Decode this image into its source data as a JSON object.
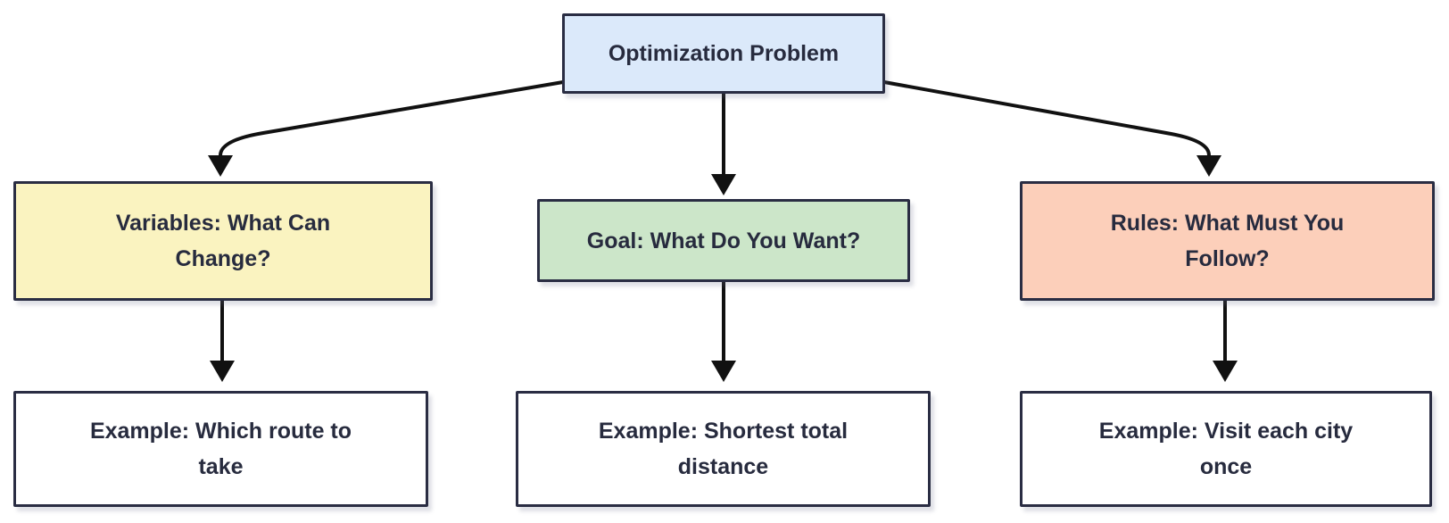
{
  "diagram": {
    "type": "flowchart",
    "title": "Optimization Problem",
    "colors": {
      "root_fill": "#dbe9fa",
      "variables_fill": "#faf3c0",
      "goal_fill": "#cce6c9",
      "rules_fill": "#fccfba",
      "example_fill": "#ffffff",
      "node_border": "#2a2d43",
      "node_text": "#272b3e",
      "arrow": "#111111",
      "background": "#ffffff"
    },
    "nodes": {
      "root": {
        "label": "Optimization Problem"
      },
      "variables": {
        "label": "Variables: What Can\nChange?"
      },
      "goal": {
        "label": "Goal: What Do You Want?"
      },
      "rules": {
        "label": "Rules: What Must You\nFollow?"
      },
      "example_variables": {
        "label": "Example: Which route to\ntake"
      },
      "example_goal": {
        "label": "Example: Shortest total\ndistance"
      },
      "example_rules": {
        "label": "Example: Visit each city\nonce"
      }
    },
    "edges": [
      {
        "from": "root",
        "to": "variables"
      },
      {
        "from": "root",
        "to": "goal"
      },
      {
        "from": "root",
        "to": "rules"
      },
      {
        "from": "variables",
        "to": "example_variables"
      },
      {
        "from": "goal",
        "to": "example_goal"
      },
      {
        "from": "rules",
        "to": "example_rules"
      }
    ]
  }
}
